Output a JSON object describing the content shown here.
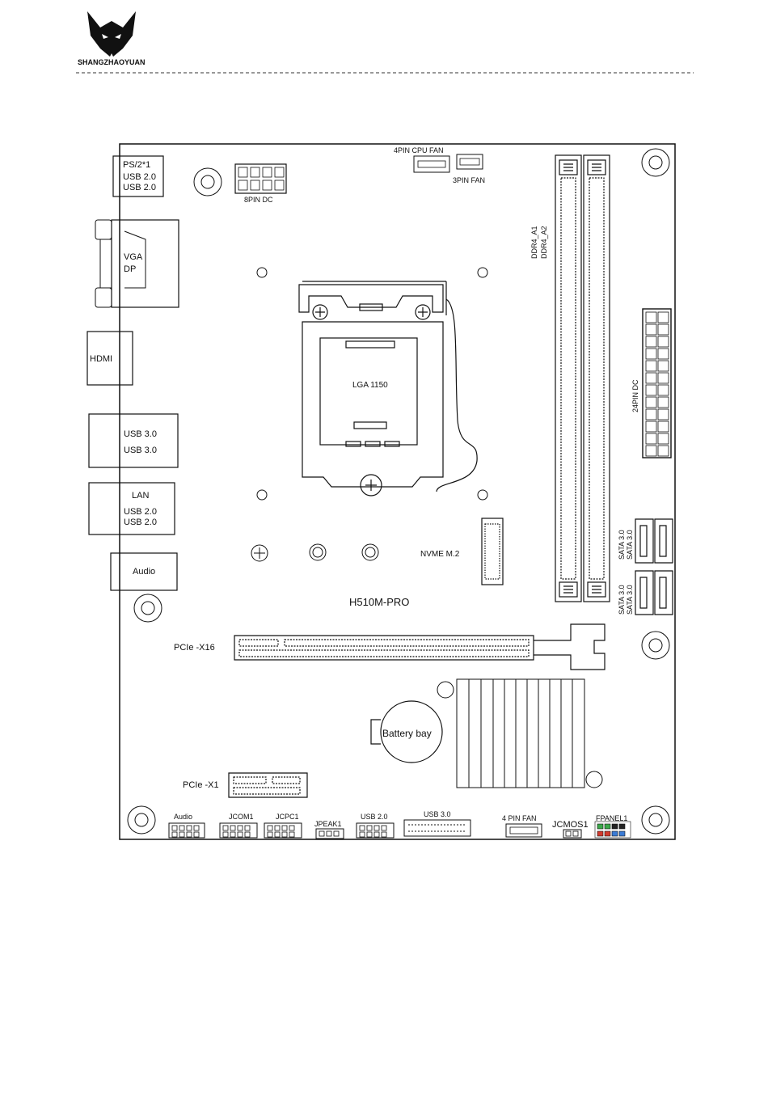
{
  "header": {
    "brand": "SHANGZHAOYUAN",
    "logo_icon": "wolf-head-logo-icon"
  },
  "board": {
    "model": "H510M-PRO",
    "cpu_socket": "LGA 1150",
    "nvme": "NVME M.2",
    "battery": "Battery bay",
    "pcie_x16": "PCIe -X16",
    "pcie_x1": "PCIe -X1",
    "power_8pin": "8PIN DC",
    "power_24pin": "24PIN DC",
    "cpu_fan": "4PIN CPU FAN",
    "fan3": "3PIN FAN",
    "dimm_a1": "DDR4_A1",
    "dimm_a2": "DDR4_A2",
    "sata": [
      "SATA 3.0",
      "SATA 3.0",
      "SATA 3.0",
      "SATA 3.0"
    ]
  },
  "io": {
    "ps2": "PS/2*1",
    "usb2_a": "USB 2.0",
    "usb2_b": "USB 2.0",
    "vga": "VGA",
    "dp": "DP",
    "hdmi": "HDMI",
    "usb3_a": "USB 3.0",
    "usb3_b": "USB 3.0",
    "lan": "LAN",
    "usb2_c": "USB 2.0",
    "usb2_d": "USB 2.0",
    "audio": "Audio"
  },
  "headers_bottom": {
    "audio": "Audio",
    "jcom1": "JCOM1",
    "jcpc1": "JCPC1",
    "jpeak1": "JPEAK1",
    "usb2": "USB 2.0",
    "usb3": "USB 3.0",
    "fan4": "4 PIN FAN",
    "jcmos1": "JCMOS1",
    "fpanel1": "FPANEL1"
  }
}
